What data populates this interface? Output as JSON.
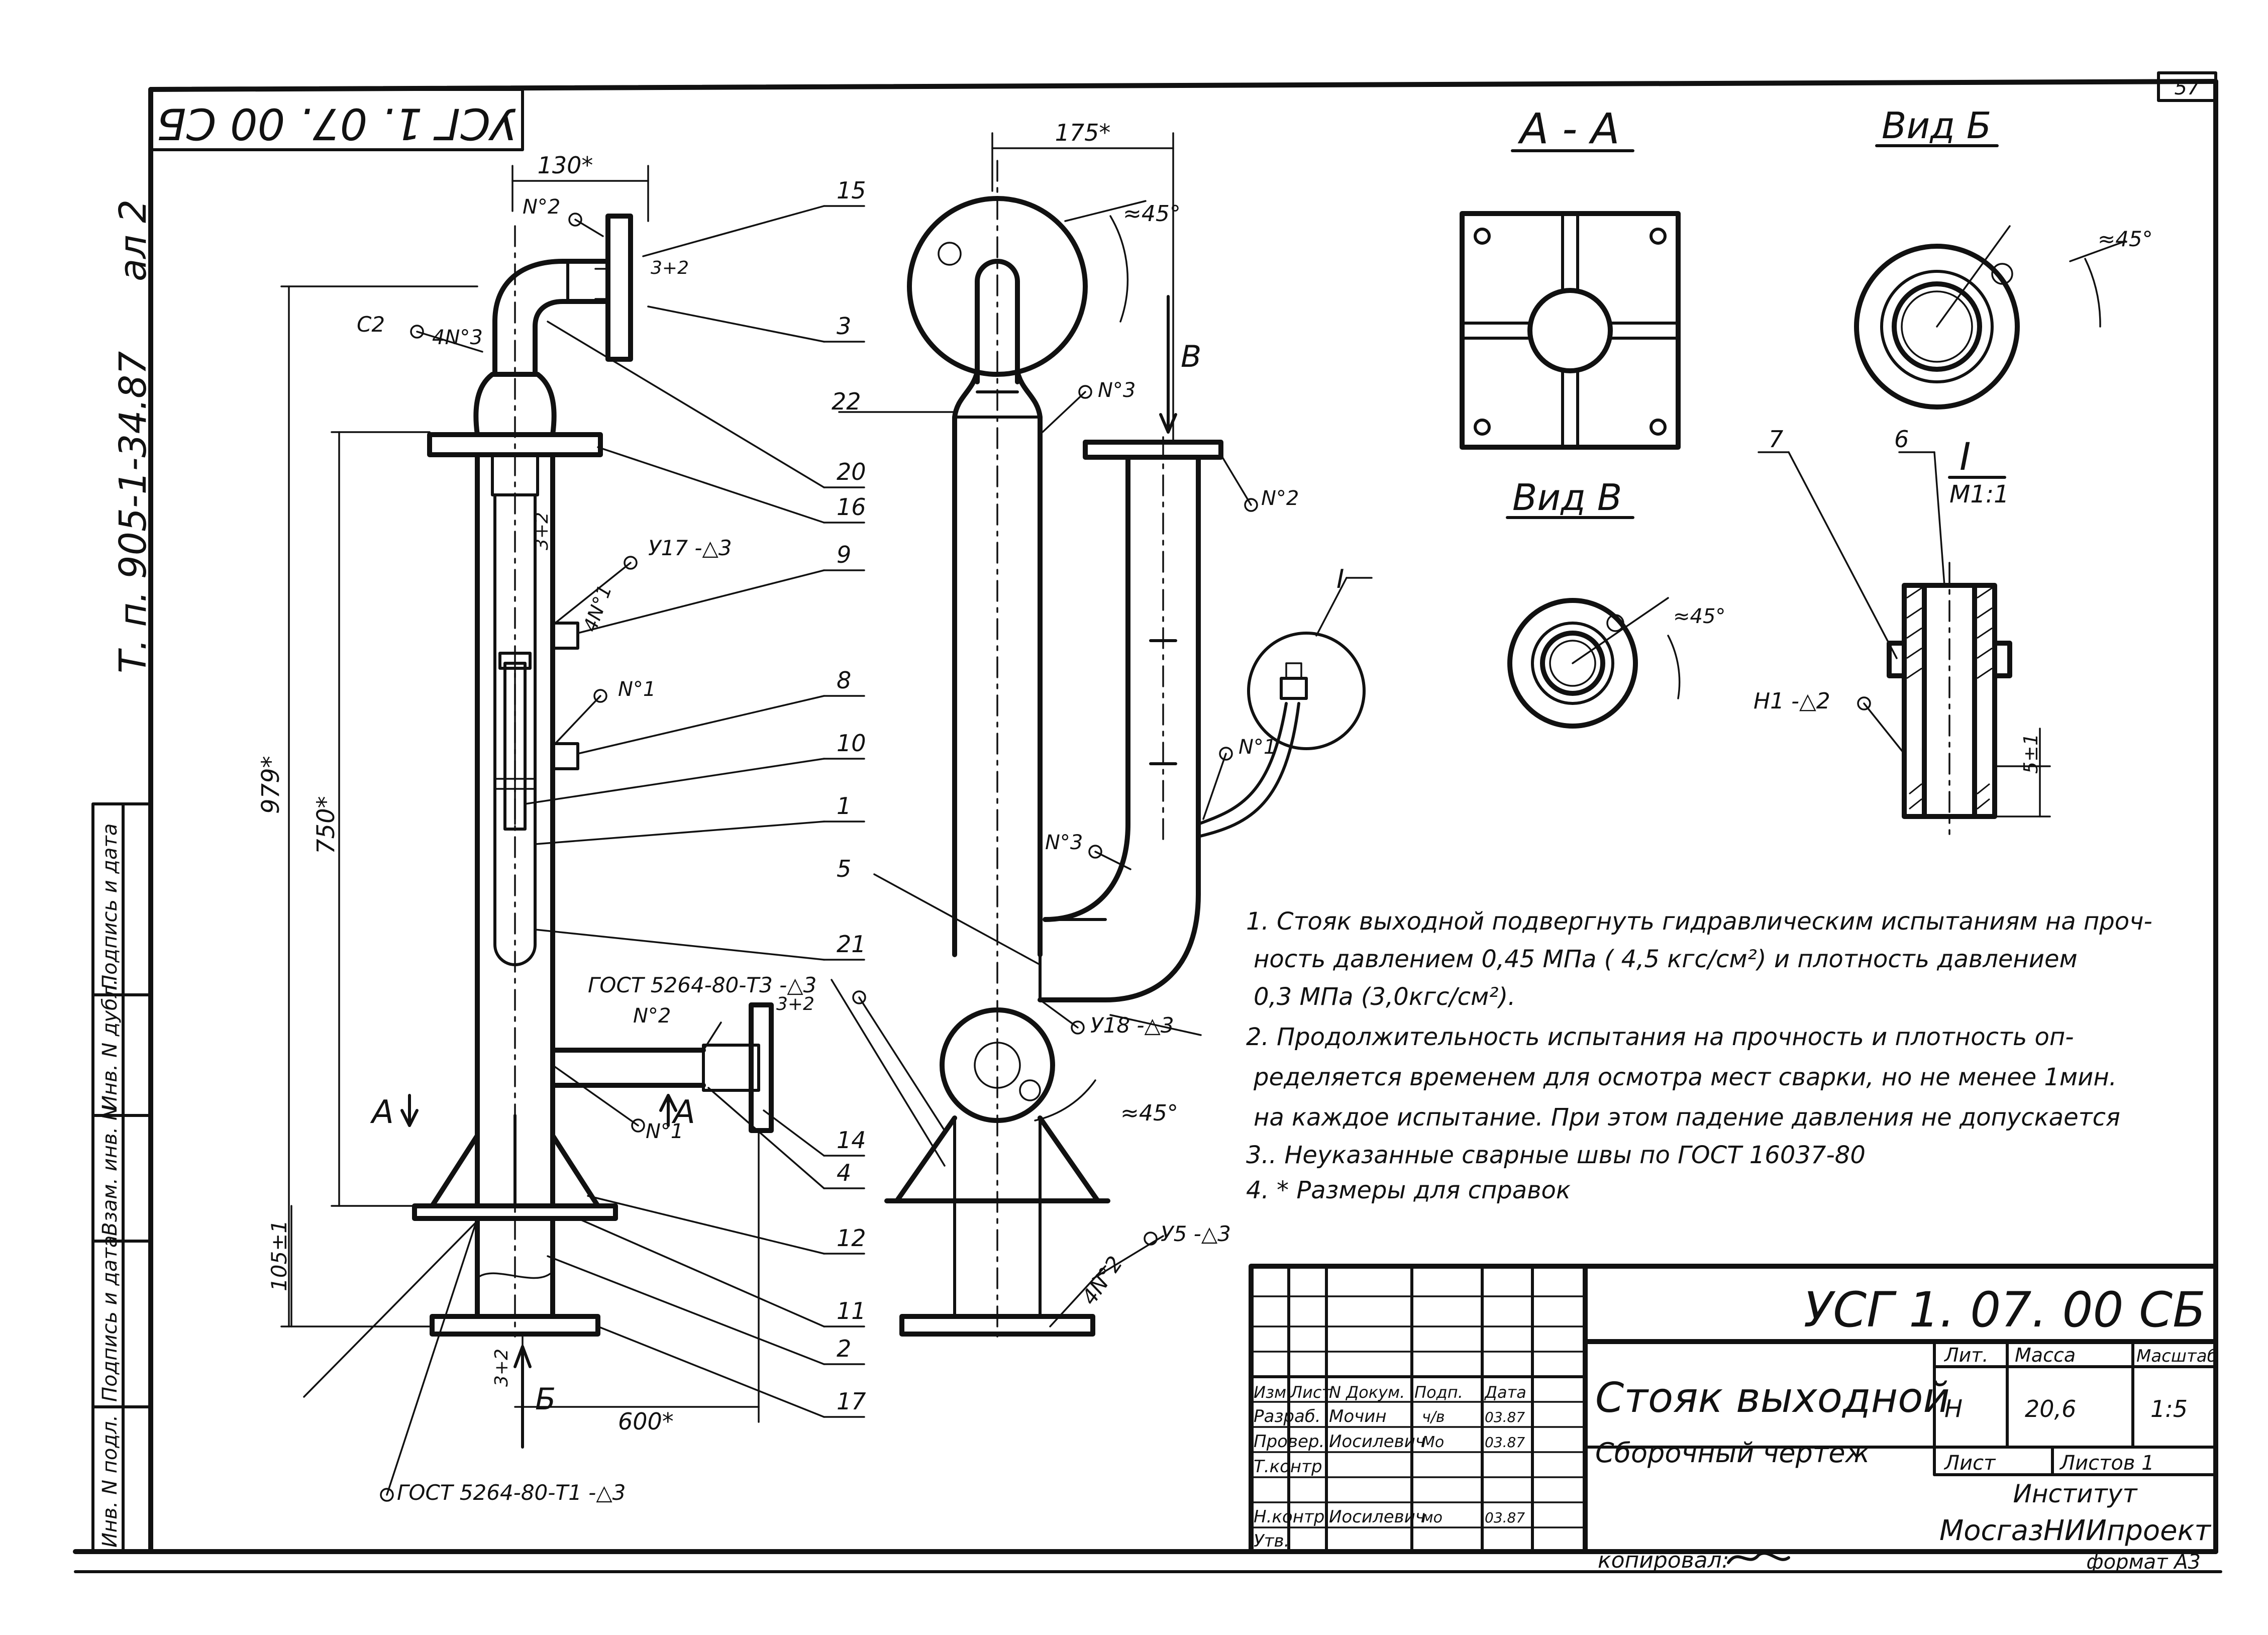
{
  "sheet_number": "57",
  "stamp_code_rotated": "УСГ 1. 07. 00 СБ",
  "project_ref": "Т. п. 905-1-34.87",
  "album": "ал 2",
  "section_aa": "А - А",
  "view_b": "Вид Б",
  "view_v": "Вид В",
  "detail": {
    "roman": "I",
    "scale": "M1:1"
  },
  "dims": {
    "d130": "130*",
    "d175": "175*",
    "d979": "979*",
    "d750": "750*",
    "d105": "105±1",
    "d600": "600*",
    "d3p2a": "3+2",
    "d3p2b": "3+2",
    "d3p2c": "3+2",
    "d3p2d": "3+2",
    "d5": "5±1",
    "ang1": "≈45°",
    "ang2": "≈45°",
    "ang3": "≈45°",
    "ang4": "≈45°"
  },
  "weld_labels": {
    "n2a": "N°2",
    "c2": "C2",
    "n3a": "4N°3",
    "n1a": "4N°1",
    "u17": "У17 -△3",
    "n1b": "N°1",
    "gost_t3": "ГОСТ 5264-80-Т3 -△3",
    "n2b": "N°2",
    "n1c": "N°1",
    "gost_t1": "ГОСТ 5264-80-Т1 -△3",
    "n3b": "N°3",
    "n2c": "N°2",
    "n1d": "N°1",
    "n3c": "N°3",
    "u18": "У18 -△3",
    "n2d": "4N°2",
    "u5": "У5 -△3",
    "h1": "Н1 -△2"
  },
  "cut_marks": {
    "a_left": "А",
    "a_right": "А",
    "b_view": "Б",
    "v_view": "В"
  },
  "callouts": [
    "15",
    "3",
    "20",
    "16",
    "9",
    "8",
    "10",
    "1",
    "21",
    "14",
    "4",
    "12",
    "11",
    "2",
    "17",
    "22",
    "5",
    "7",
    "6"
  ],
  "notes": [
    "1.  Стояк выходной подвергнуть гидравлическим испытаниям на проч-",
    "ность давлением 0,45 МПа ( 4,5 кгс/см²) и плотность давлением",
    "0,3 МПа (3,0кгс/см²).",
    "2.  Продолжительность испытания на прочность и плотность оп-",
    "ределяется временем для осмотра мест сварки, но не менее 1мин.",
    "на каждое испытание. При этом  падение давления  не допускается",
    "3.. Неуказанные   сварные   швы  по ГОСТ 16037-80",
    "4. * Размеры  для   справок"
  ],
  "title_block": {
    "designation": "УСГ 1. 07. 00 СБ",
    "name": "Стояк  выходной",
    "doc_type": "Сборочный  чертеж",
    "header": [
      "Изм",
      "Лист",
      "N Докум.",
      "Подп.",
      "Дата"
    ],
    "rows": [
      {
        "role": "Разраб.",
        "name": "Мочин",
        "sign": "ч/в",
        "date": "03.87"
      },
      {
        "role": "Провер.",
        "name": "Иосилевич",
        "sign": "Мо",
        "date": "03.87"
      },
      {
        "role": "Т.контр",
        "name": "",
        "sign": "",
        "date": ""
      },
      {
        "role": "Н.контр",
        "name": "Иосилевич",
        "sign": "мо",
        "date": "03.87"
      },
      {
        "role": "Утв.",
        "name": "",
        "sign": "",
        "date": ""
      }
    ],
    "lit_label": "Лит.",
    "mass_label": "Масса",
    "scale_label": "Масштаб",
    "lit": "Н",
    "mass": "20,6",
    "scale": "1:5",
    "sheet_label": "Лист",
    "sheets_label": "Листов 1",
    "org_line1": "Институт",
    "org_line2": "МосгазНИИпроект"
  },
  "side_stamp": [
    "Инв. N подл.",
    "Подпись и дата",
    "Взам. инв. N",
    "Инв. N дубл.",
    "Подпись и дата"
  ],
  "copied_by": "копировал:",
  "format": "формат А3"
}
